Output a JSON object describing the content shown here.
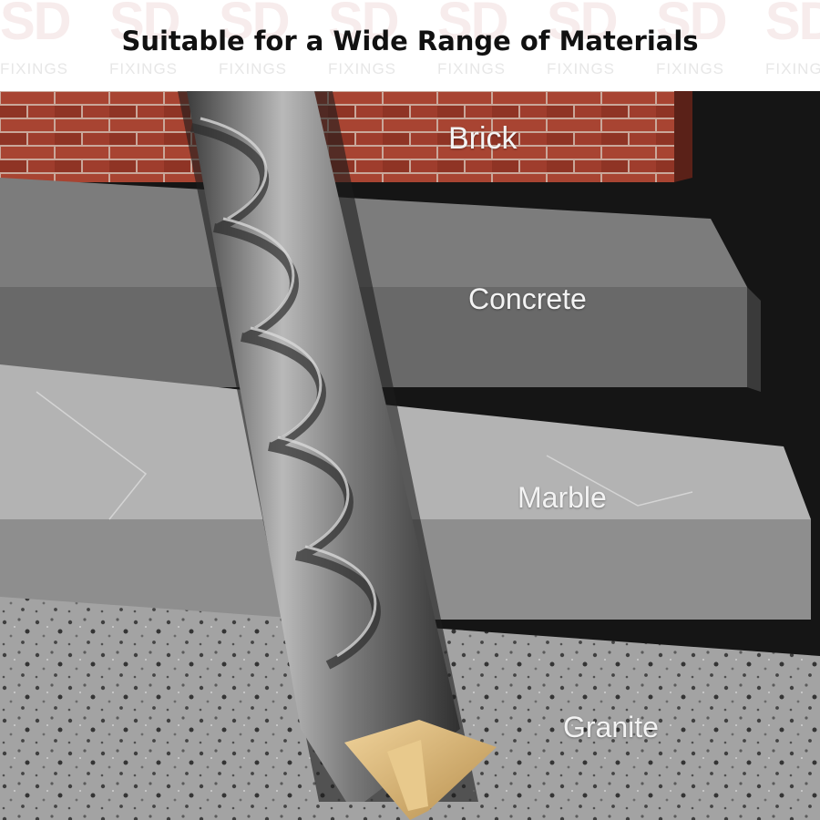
{
  "header": {
    "title": "Suitable for a Wide Range of Materials",
    "watermark_text": "FIXINGS",
    "watermark_logo": "SD"
  },
  "materials": {
    "brick": "Brick",
    "concrete": "Concrete",
    "marble": "Marble",
    "granite": "Granite"
  },
  "colors": {
    "brick": "#9a3b2a",
    "mortar": "#c9a79a",
    "concrete": "#7b7b7b",
    "marble": "#a6a6a6",
    "granite": "#9b9b9b",
    "drill_steel": "#6f6f6f",
    "carbide_tip": "#d6b277",
    "background_dark": "#151515"
  }
}
